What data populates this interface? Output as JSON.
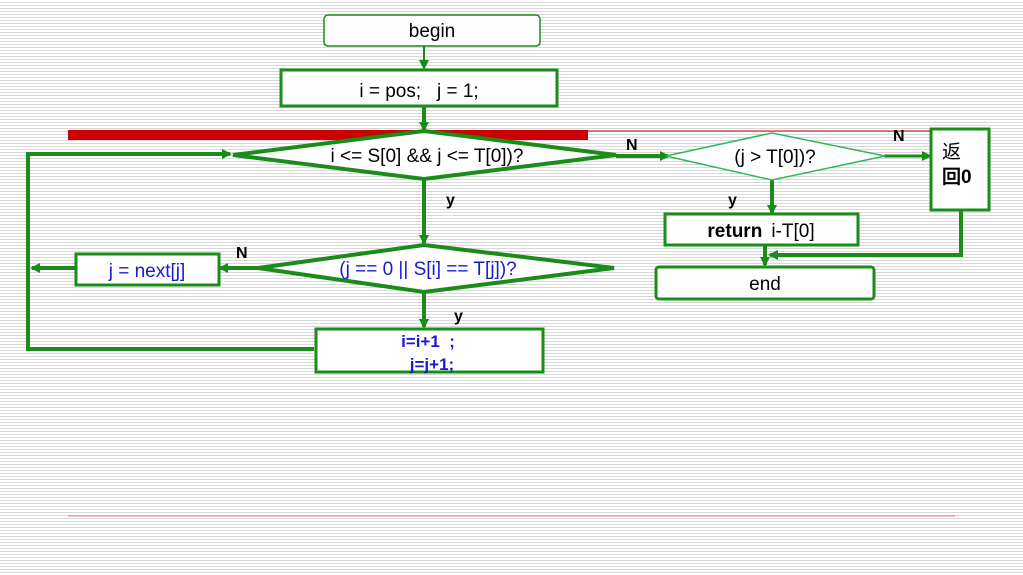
{
  "nodes": {
    "begin": "begin",
    "init": "i = pos;   j = 1;",
    "loop_cond": "i <= S[0] && j <= T[0])?",
    "match_cond": "(j == 0 || S[i] == T[j])?",
    "next_j": "j = next[j]",
    "incr_i": "i=i+1  ;",
    "incr_j": "j=j+1;",
    "check_j": "(j > T[0])?",
    "return_kw": "return",
    "return_expr": "i-T[0]",
    "return_zero_line1": "返",
    "return_zero_line2": "回0",
    "end": "end"
  },
  "edge_labels": {
    "loop_no": "N",
    "check_no": "N",
    "check_yes": "y",
    "loop_yes": "y",
    "match_no": "N",
    "match_yes": "y"
  },
  "colors": {
    "flow": "#1a8c1a",
    "accent_bar": "#cc0000",
    "blue_text": "#1a1ad0"
  }
}
